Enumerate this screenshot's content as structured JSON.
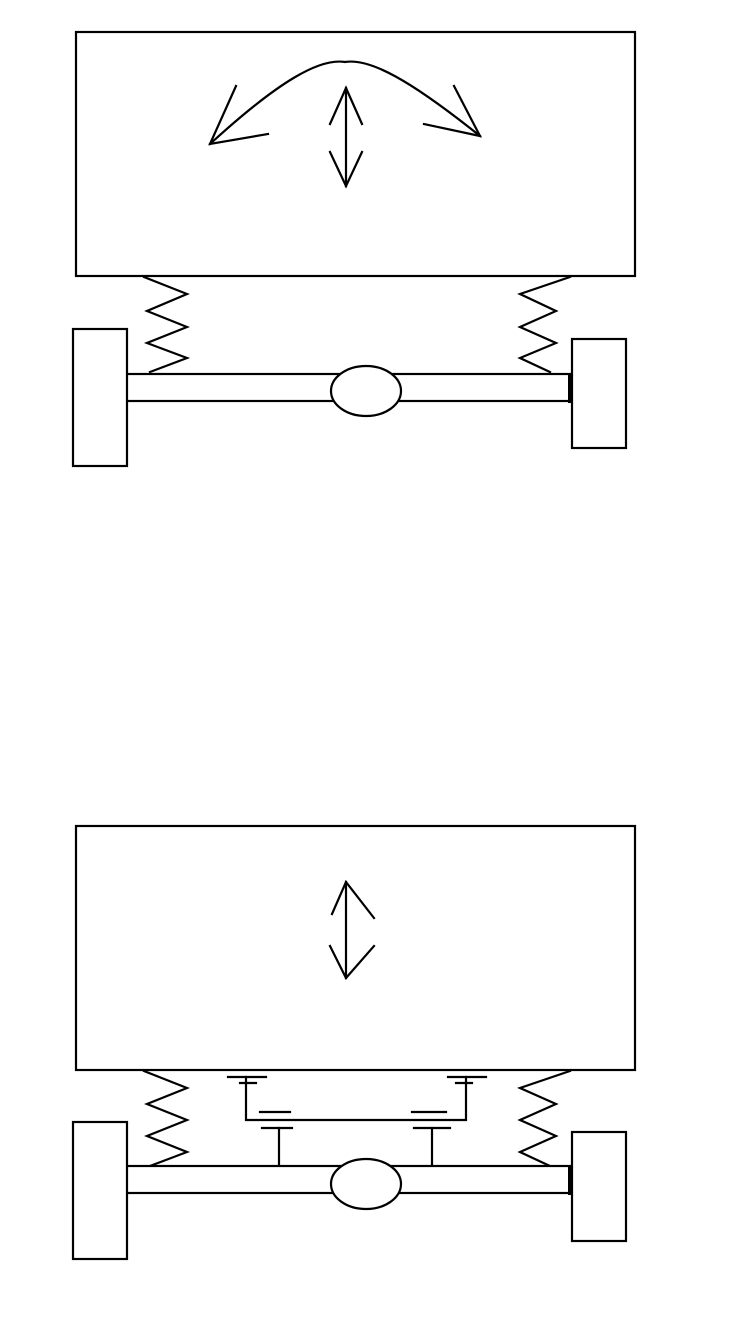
{
  "diagram": {
    "stroke_color": "#000000",
    "background_color": "#ffffff",
    "panels": [
      {
        "id": "top",
        "components": [
          "vehicle-body",
          "body-motion-arrows",
          "left-spring",
          "right-spring",
          "axle",
          "differential",
          "left-wheel",
          "right-wheel"
        ]
      },
      {
        "id": "bottom",
        "components": [
          "vehicle-body",
          "vertical-motion-arrow",
          "left-spring",
          "right-spring",
          "anti-roll-linkage",
          "axle",
          "differential",
          "left-wheel",
          "right-wheel"
        ]
      }
    ]
  }
}
